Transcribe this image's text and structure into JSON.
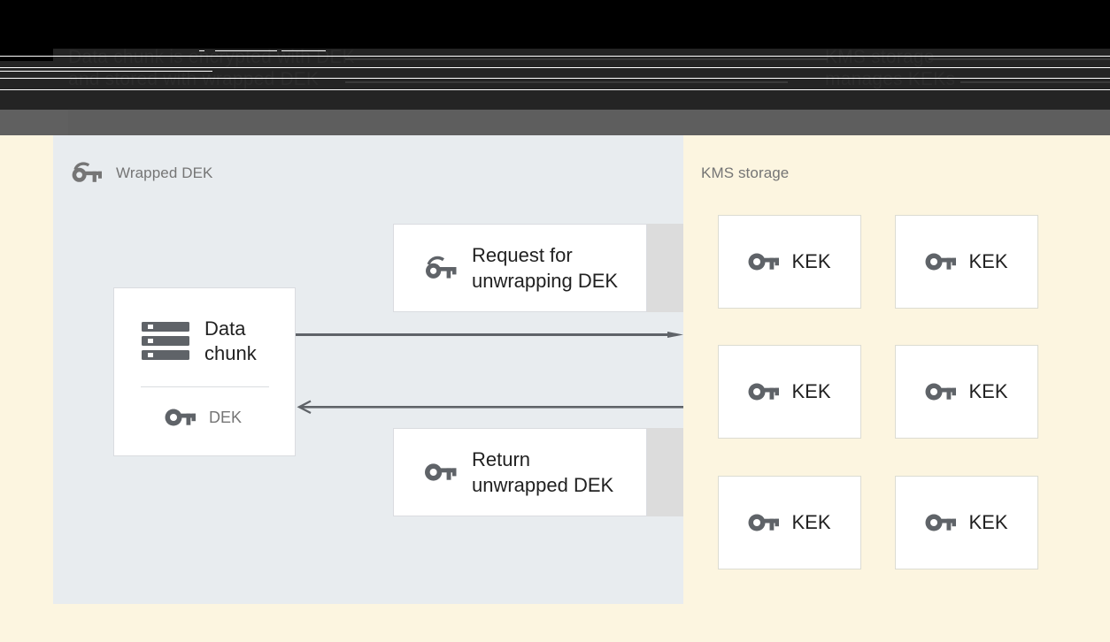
{
  "header": {
    "left_title_line1": "Data chunk is encrypted with DEK",
    "left_title_line2": "and stored with wrapped DEK",
    "right_title_line1": "KMS storage",
    "right_title_line2": "manages KEKs"
  },
  "left_panel": {
    "title": "Wrapped DEK",
    "title_icon": "wrapped-key-icon",
    "background_color": "#e8ecef",
    "data_card": {
      "icon": "storage-chunk-icon",
      "label": "Data\nchunk",
      "key_icon": "key-icon",
      "key_label": "DEK"
    },
    "messages": [
      {
        "icon": "wrapped-key-icon",
        "label": "Request for\nunwrapping DEK",
        "direction": "right"
      },
      {
        "icon": "key-icon",
        "label": "Return\nunwrapped DEK",
        "direction": "left"
      }
    ]
  },
  "right_panel": {
    "title": "KMS storage",
    "background_color": "#fcf5e0",
    "keks": [
      {
        "icon": "key-icon",
        "label": "KEK"
      },
      {
        "icon": "key-icon",
        "label": "KEK"
      },
      {
        "icon": "key-icon",
        "label": "KEK"
      },
      {
        "icon": "key-icon",
        "label": "KEK"
      },
      {
        "icon": "key-icon",
        "label": "KEK"
      },
      {
        "icon": "key-icon",
        "label": "KEK"
      }
    ]
  },
  "colors": {
    "cream": "#fcf5e0",
    "blue_grey": "#e8ecef",
    "icon_grey": "#5f6368",
    "text_dark": "#212121",
    "text_muted": "#757575",
    "box_tail_grey": "#dcdcdc",
    "arrow_grey": "#5f6368"
  }
}
